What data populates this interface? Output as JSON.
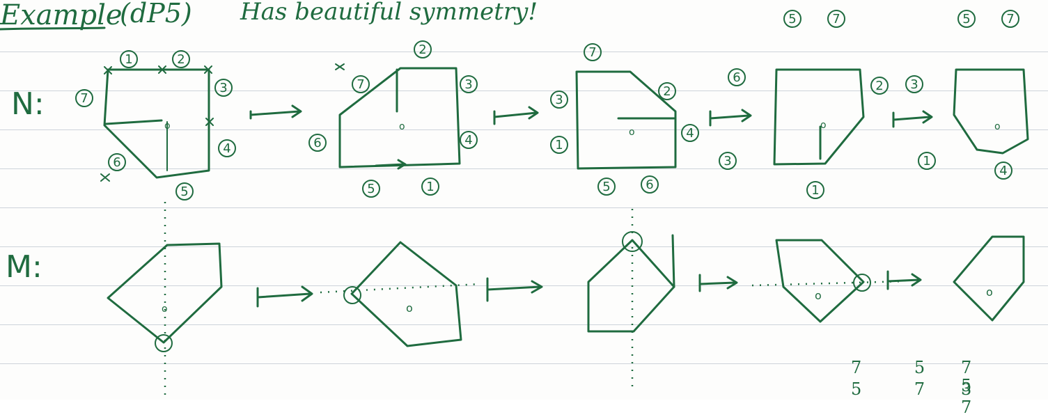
{
  "header": {
    "title": "Example",
    "subtitle": "(dP5)",
    "note": "Has beautiful symmetry!"
  },
  "rows": {
    "top": "N:",
    "bottom": "M:"
  },
  "table_a": {
    "row1": "7 5",
    "row2": "5 7"
  },
  "table_b": {
    "row1": "7 5",
    "row2": "3 7"
  },
  "labels": {
    "n1": [
      "1",
      "2",
      "3",
      "4",
      "5",
      "6",
      "7"
    ],
    "n2": [
      "7",
      "2",
      "3",
      "4",
      "6",
      "5",
      "1"
    ],
    "n3": [
      "7",
      "2",
      "4",
      "3",
      "1",
      "5",
      "6"
    ],
    "n4": [
      "5",
      "7",
      "6",
      "2",
      "3",
      "1"
    ],
    "n5": [
      "5",
      "7",
      "3",
      "1",
      "4"
    ]
  },
  "colors": {
    "ink": "#1f6b3f",
    "rule": "#cdd3da",
    "paper": "#fdfdfc"
  }
}
